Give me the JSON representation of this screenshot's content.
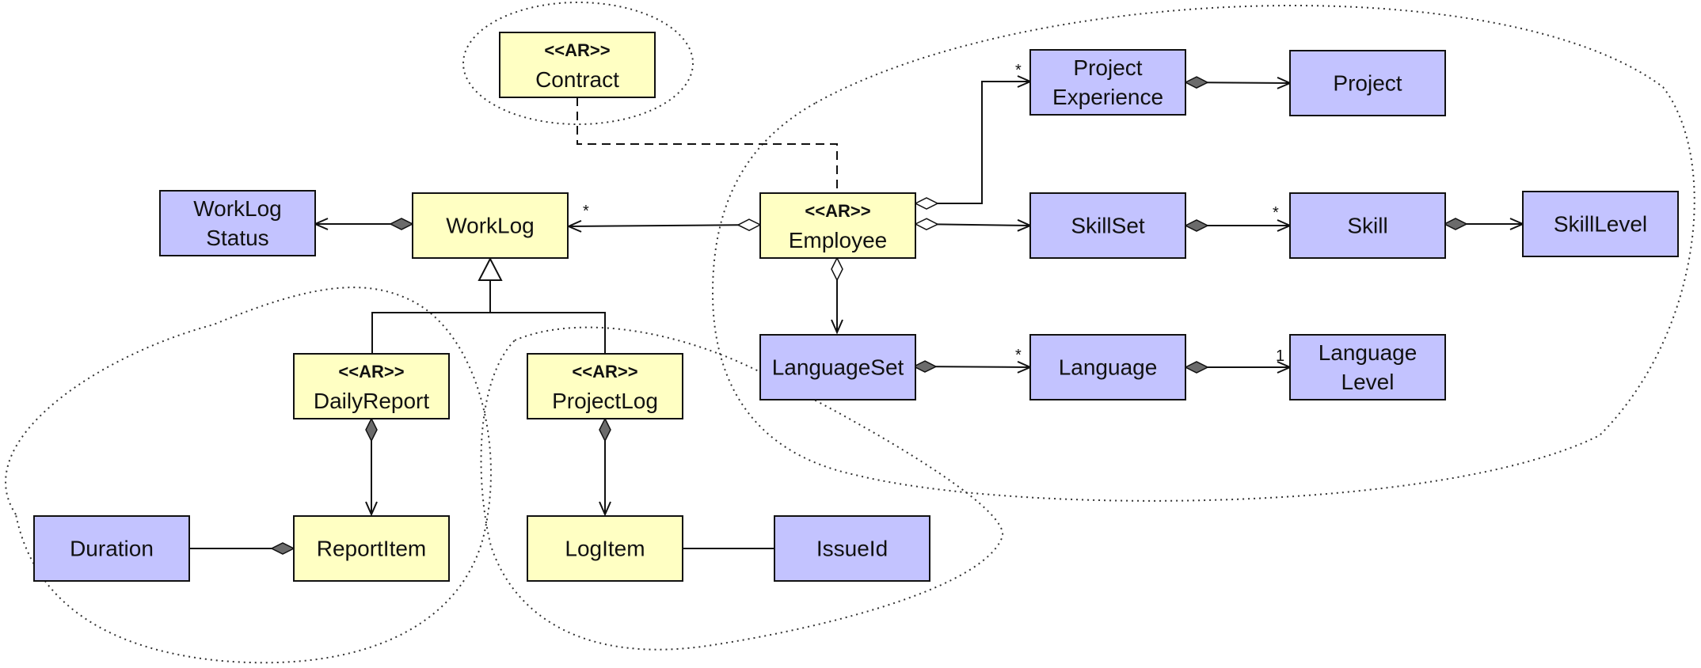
{
  "colors": {
    "aggregate": "#ffffc3",
    "entity": "#c3c3ff",
    "stroke": "#111111",
    "boundary": "#333333"
  },
  "classes": {
    "contract": {
      "stereotype": "<<AR>>",
      "lines": [
        "Contract"
      ]
    },
    "employee": {
      "stereotype": "<<AR>>",
      "lines": [
        "Employee"
      ]
    },
    "worklog": {
      "stereotype": "",
      "lines": [
        "WorkLog"
      ]
    },
    "worklog_status": {
      "stereotype": "",
      "lines": [
        "WorkLog",
        "Status"
      ]
    },
    "daily_report": {
      "stereotype": "<<AR>>",
      "lines": [
        "DailyReport"
      ]
    },
    "project_log": {
      "stereotype": "<<AR>>",
      "lines": [
        "ProjectLog"
      ]
    },
    "report_item": {
      "stereotype": "",
      "lines": [
        "ReportItem"
      ]
    },
    "log_item": {
      "stereotype": "",
      "lines": [
        "LogItem"
      ]
    },
    "duration": {
      "stereotype": "",
      "lines": [
        "Duration"
      ]
    },
    "issue_id": {
      "stereotype": "",
      "lines": [
        "IssueId"
      ]
    },
    "project_experience": {
      "stereotype": "",
      "lines": [
        "Project",
        "Experience"
      ]
    },
    "project": {
      "stereotype": "",
      "lines": [
        "Project"
      ]
    },
    "skill_set": {
      "stereotype": "",
      "lines": [
        "SkillSet"
      ]
    },
    "skill": {
      "stereotype": "",
      "lines": [
        "Skill"
      ]
    },
    "skill_level": {
      "stereotype": "",
      "lines": [
        "SkillLevel"
      ]
    },
    "language_set": {
      "stereotype": "",
      "lines": [
        "LanguageSet"
      ]
    },
    "language": {
      "stereotype": "",
      "lines": [
        "Language"
      ]
    },
    "language_level": {
      "stereotype": "",
      "lines": [
        "Language",
        "Level"
      ]
    }
  },
  "multiplicities": {
    "employee_worklog": "*",
    "employee_project_experience": "*",
    "skillset_skill": "*",
    "languageset_language": "*",
    "language_languagelevel": "1"
  }
}
